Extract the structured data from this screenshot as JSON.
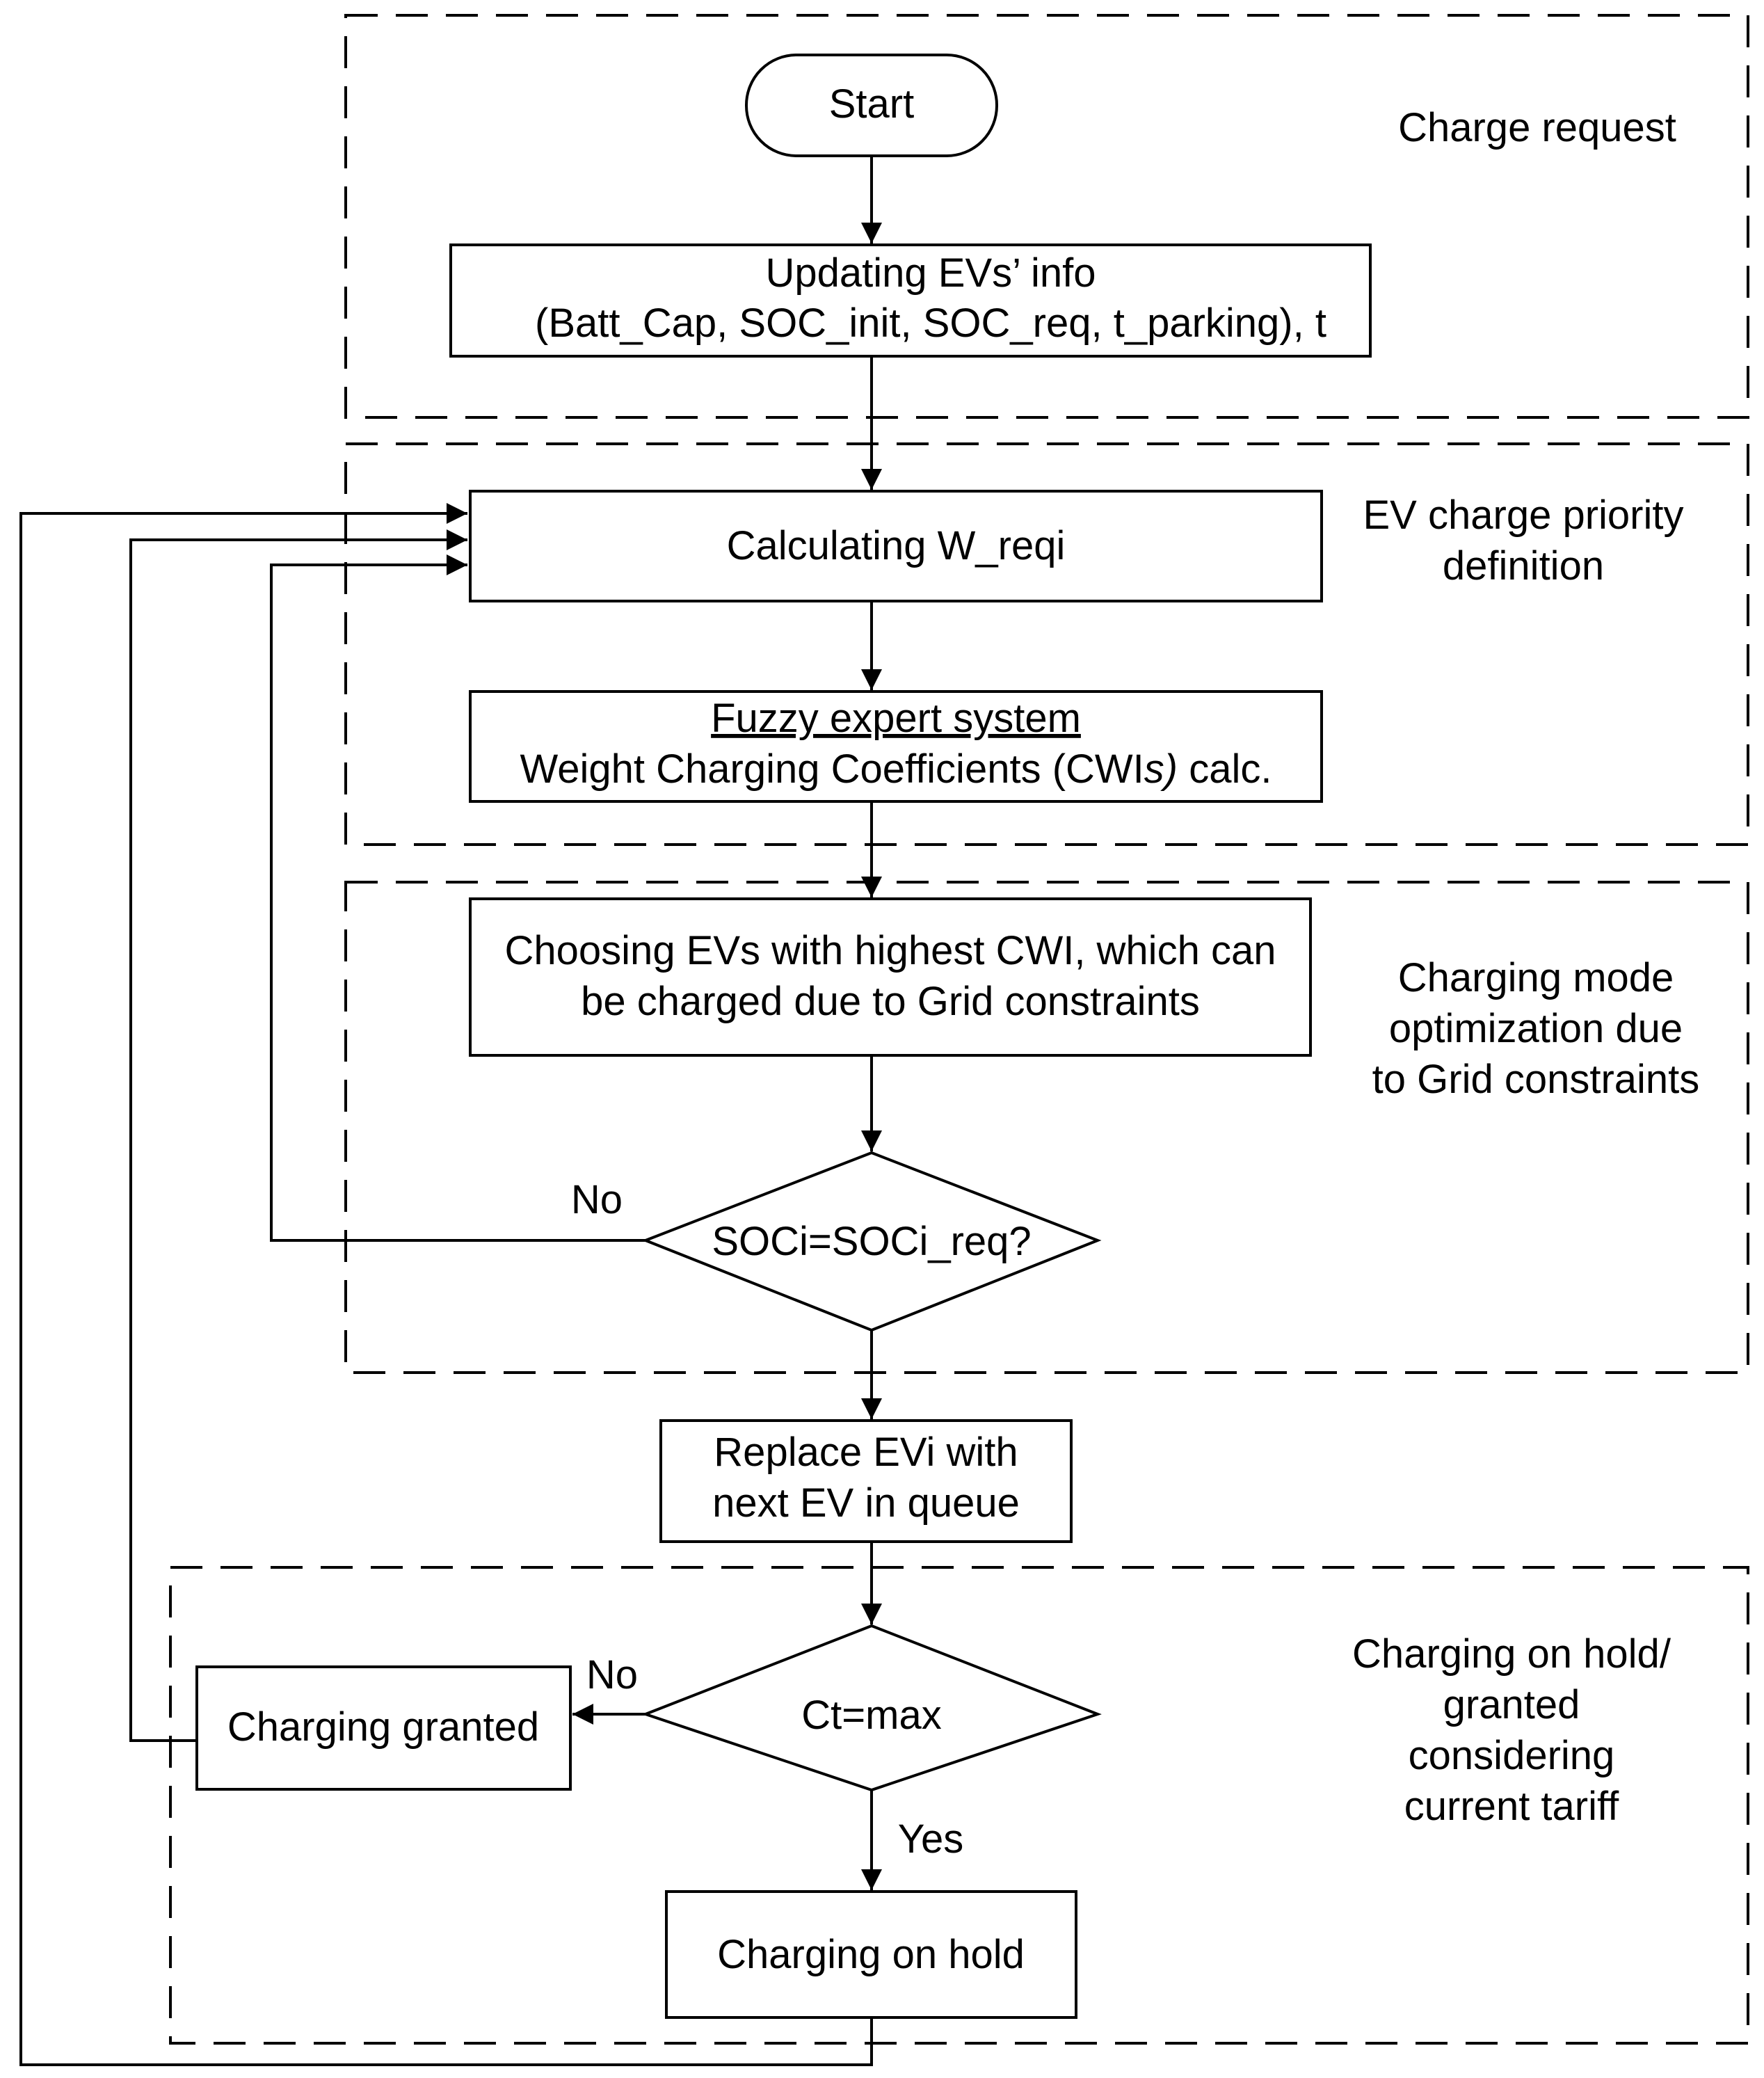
{
  "sections": {
    "charge_request": [
      "Charge request"
    ],
    "priority_definition": [
      "EV charge priority",
      "definition"
    ],
    "mode_optimization": [
      "Charging mode",
      "optimization due",
      "to Grid constraints"
    ],
    "hold_granted": [
      "Charging on hold/",
      "granted",
      "considering",
      "current tariff"
    ]
  },
  "nodes": {
    "start": "Start",
    "update_info": {
      "line1": "Updating EVs’ info",
      "line2": "(Batt_Cap, SOC_init, SOC_req, t_parking), t"
    },
    "calc_wreq": "Calculating W_reqi",
    "fuzzy": {
      "line1": "Fuzzy expert system",
      "line2_a": "Weight Charging Coefficients (CWI",
      "line2_b": "s)",
      "line2_c": " calc."
    },
    "choose_evs": {
      "line1": "Choosing EVs with highest CWI, which can",
      "line2": "be charged due to Grid constraints"
    },
    "soc_check": "SOCi=SOCi_req?",
    "replace_ev": {
      "line1": "Replace EVi with",
      "line2": "next EV in queue"
    },
    "tariff_check": "Ct=max",
    "granted": "Charging granted",
    "on_hold": "Charging on hold"
  },
  "edge_labels": {
    "soc_no": "No",
    "tariff_no": "No",
    "tariff_yes": "Yes"
  }
}
